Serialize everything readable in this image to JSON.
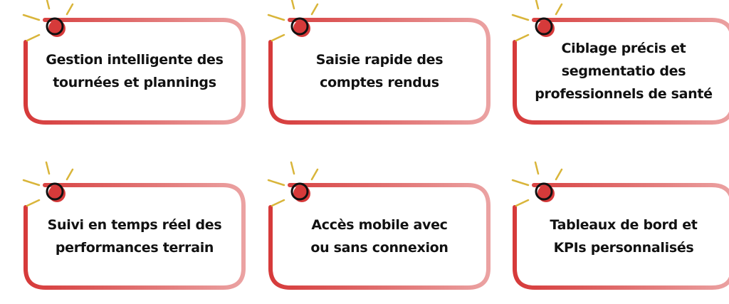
{
  "colors": {
    "border_start": "#d63a3a",
    "border_end": "#eba2a2",
    "dot": "#d63a3a",
    "rays": "#d9b53a",
    "outline": "#111111"
  },
  "cards": [
    {
      "lines": [
        "Gestion intelligente des",
        "tournées et plannings"
      ]
    },
    {
      "lines": [
        "Saisie rapide des",
        "comptes rendus"
      ]
    },
    {
      "lines": [
        "Ciblage précis et",
        "segmentatio des",
        "professionnels de santé"
      ]
    },
    {
      "lines": [
        "Suivi en temps réel des",
        "performances terrain"
      ]
    },
    {
      "lines": [
        "Accès mobile avec",
        "ou sans connexion"
      ]
    },
    {
      "lines": [
        "Tableaux de bord et",
        "KPIs personnalisés"
      ]
    }
  ]
}
